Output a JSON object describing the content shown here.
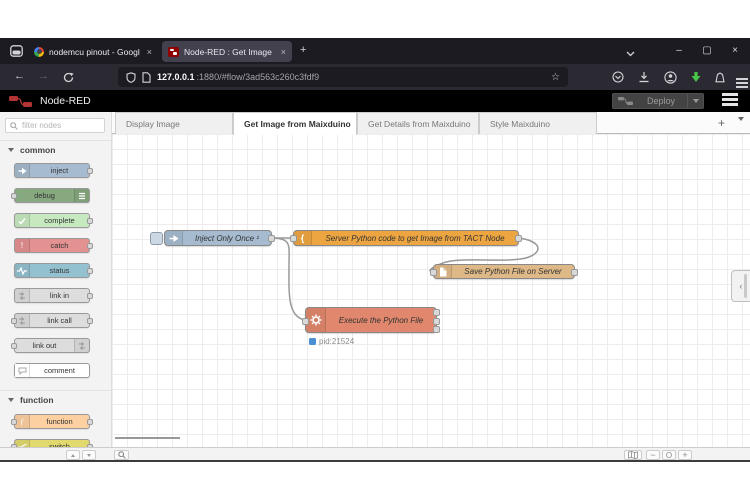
{
  "browser": {
    "tabs": [
      {
        "title": "nodemcu pinout - Google Sear",
        "close_label": "×",
        "favicon": "google-favicon"
      },
      {
        "title": "Node-RED : Get Image from Ma",
        "close_label": "×",
        "favicon": "node-red-favicon"
      }
    ],
    "new_tab_label": "+",
    "window_controls": {
      "minimize": "–",
      "maximize": "▢",
      "close": "×"
    },
    "nav": {
      "back": "←",
      "forward": "→"
    },
    "url": {
      "host": "127.0.0.1",
      "rest": ":1880/#flow/3ad563c260c3fdf9"
    },
    "bookmark_star": "☆"
  },
  "header": {
    "app_title": "Node-RED",
    "deploy_label": "Deploy"
  },
  "palette": {
    "filter_placeholder": "filter nodes",
    "sections": [
      {
        "label": "common",
        "items": [
          {
            "label": "inject",
            "color": "#a6bbcf"
          },
          {
            "label": "debug",
            "color": "#87a980"
          },
          {
            "label": "complete",
            "color": "#c7e9c0"
          },
          {
            "label": "catch",
            "color": "#e49191"
          },
          {
            "label": "status",
            "color": "#94c1d0"
          },
          {
            "label": "link in",
            "color": "#dddddd"
          },
          {
            "label": "link call",
            "color": "#dddddd"
          },
          {
            "label": "link out",
            "color": "#dddddd"
          },
          {
            "label": "comment",
            "color": "#ffffff"
          }
        ]
      },
      {
        "label": "function",
        "items": [
          {
            "label": "function",
            "color": "#fdd0a2"
          },
          {
            "label": "switch",
            "color": "#e2d96e"
          }
        ]
      }
    ]
  },
  "workspace": {
    "tabs": [
      {
        "label": "Display Image",
        "active": false
      },
      {
        "label": "Get Image from Maixduino",
        "active": true
      },
      {
        "label": "Get Details from Maixduino",
        "active": false
      },
      {
        "label": "Style Maixduino",
        "active": false
      }
    ],
    "add_tab_label": "+",
    "flow_nodes": [
      {
        "type": "inject",
        "label": "Inject Only Once ¹",
        "color": "#a6bbcf"
      },
      {
        "type": "template",
        "label": "Server Python code to get Image from TACT Node",
        "color": "#eda541"
      },
      {
        "type": "file",
        "label": "Save Python File on Server",
        "color": "#deb887"
      },
      {
        "type": "exec",
        "label": "Execute the Python File",
        "color": "#e0876d",
        "status_text": "pid:21524",
        "status_color": "#4a90d2"
      }
    ],
    "side_toggle_label": "‹",
    "footer_controls": {
      "zoom_out": "−",
      "zoom_reset": "O",
      "zoom_in": "+"
    }
  }
}
